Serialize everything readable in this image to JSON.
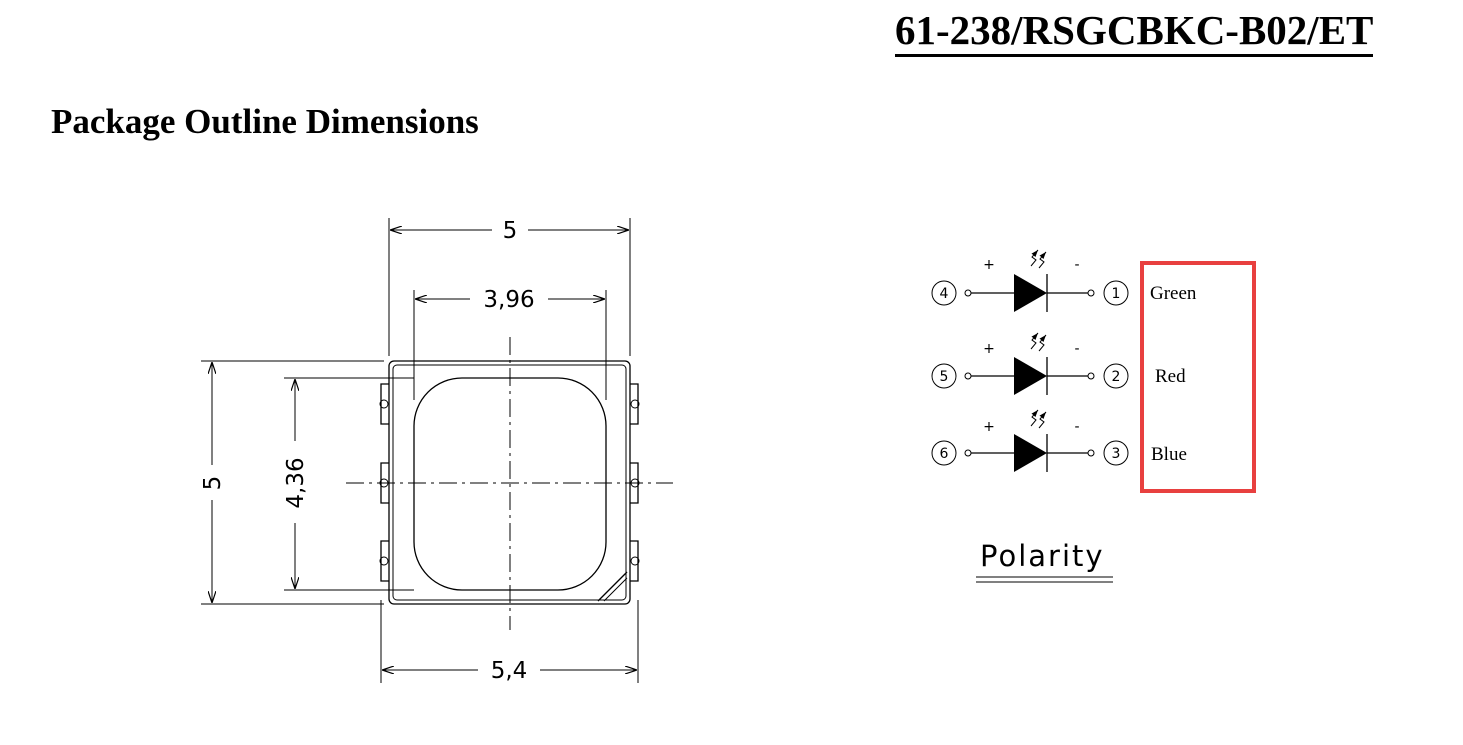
{
  "header": {
    "part_number": "61-238/RSGCBKC-B02/ET"
  },
  "section": {
    "title": "Package Outline Dimensions"
  },
  "outline": {
    "dim_top_width": "5",
    "dim_lens_width": "3,96",
    "dim_height": "5",
    "dim_lens_height": "4,36",
    "dim_bottom_width": "5,4"
  },
  "polarity": {
    "title": "Polarity",
    "plus": "+",
    "minus": "-",
    "highlight_color": "#e8403f",
    "channels": [
      {
        "anode_pin": "4",
        "cathode_pin": "1",
        "color": "Green"
      },
      {
        "anode_pin": "5",
        "cathode_pin": "2",
        "color": "Red"
      },
      {
        "anode_pin": "6",
        "cathode_pin": "3",
        "color": "Blue"
      }
    ]
  }
}
